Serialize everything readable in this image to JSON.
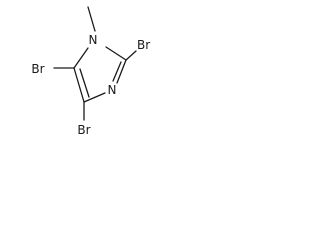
{
  "molecule": {
    "atoms": {
      "n1": "N",
      "n3": "N",
      "br2": "Br",
      "br4": "Br",
      "br5": "Br"
    }
  }
}
